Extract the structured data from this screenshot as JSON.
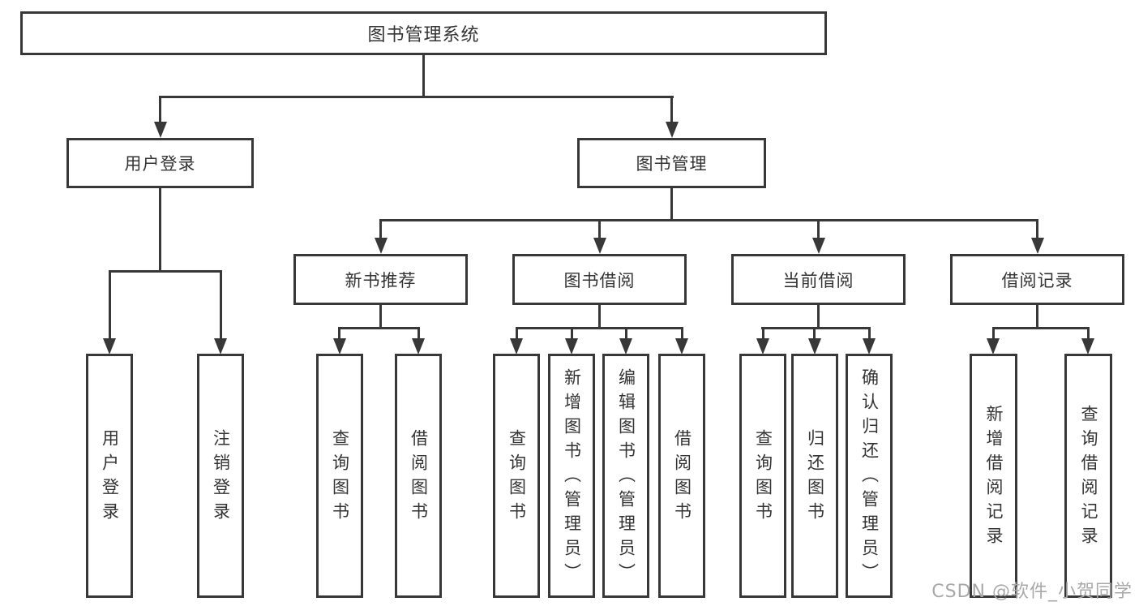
{
  "colors": {
    "line": "#383838",
    "text": "#333333",
    "watermark": "#a8a8a8",
    "background": "#ffffff"
  },
  "nodes": {
    "root": "图书管理系统",
    "user_login": "用户登录",
    "book_mgmt": "图书管理",
    "new_books": "新书推荐",
    "book_borrow": "图书借阅",
    "current_borrow": "当前借阅",
    "borrow_records": "借阅记录",
    "leaves": {
      "user_login": [
        "用户登录",
        "注销登录"
      ],
      "new_books": [
        "查询图书",
        "借阅图书"
      ],
      "book_borrow": [
        "查询图书",
        "新增图书（管理员）",
        "编辑图书（管理员）",
        "借阅图书"
      ],
      "current_borrow": [
        "查询图书",
        "归还图书",
        "确认归还（管理员）"
      ],
      "borrow_records": [
        "新增借阅记录",
        "查询借阅记录"
      ]
    }
  },
  "watermark": "CSDN @软件_小贺同学"
}
